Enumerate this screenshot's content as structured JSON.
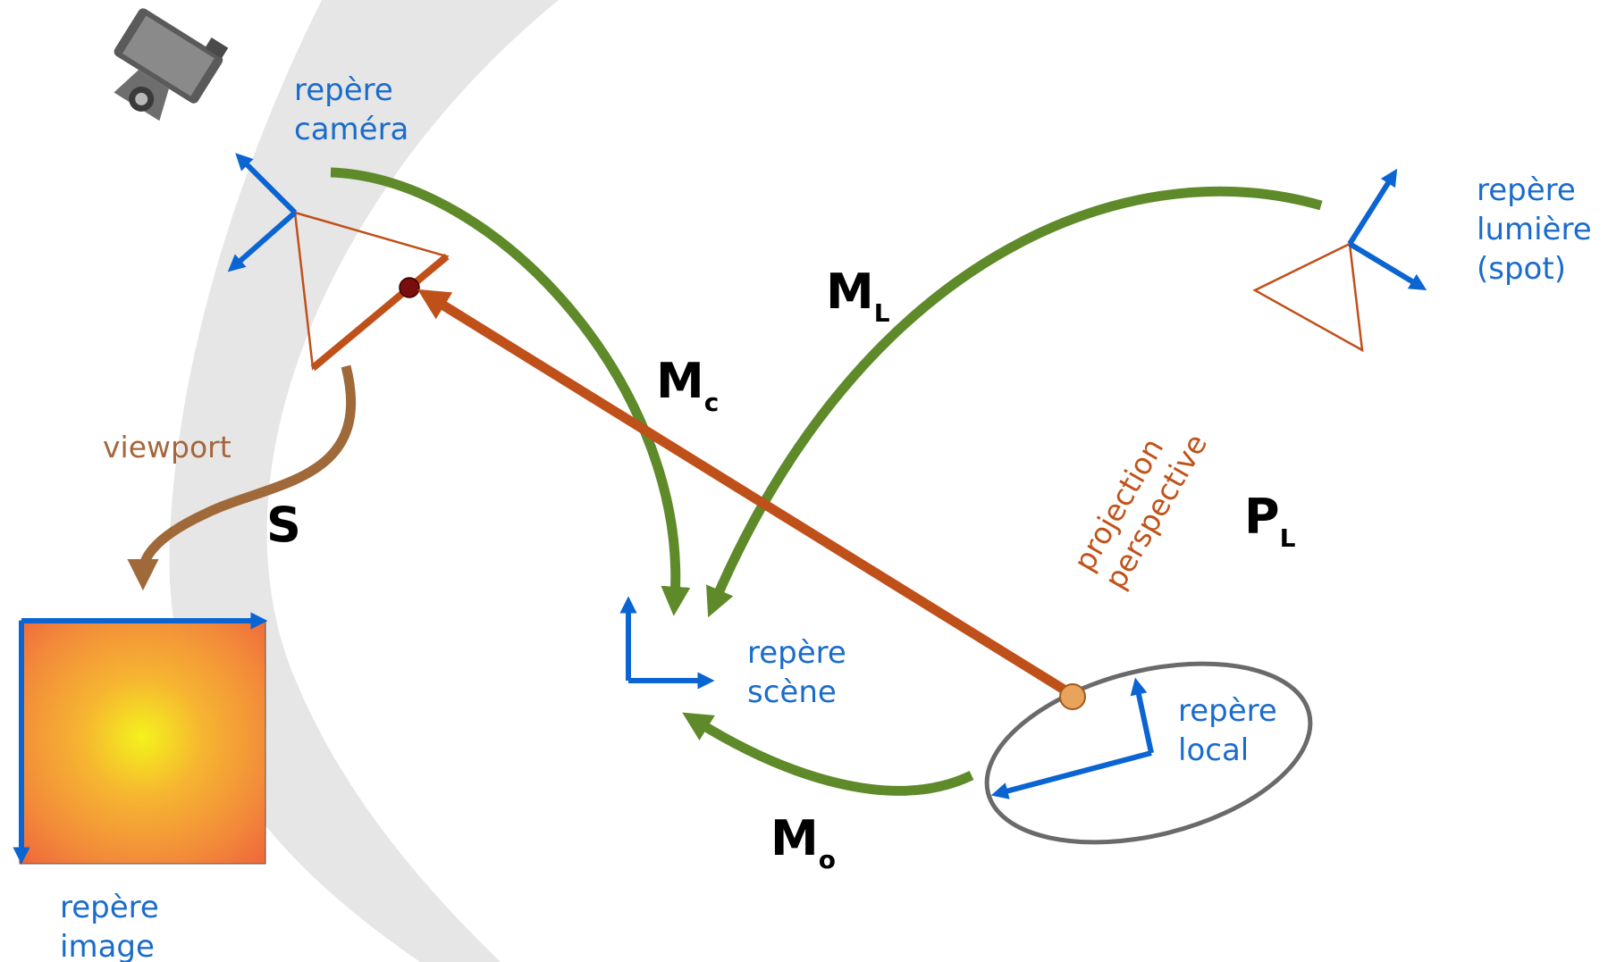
{
  "labels": {
    "camera_frame": [
      "repère",
      "caméra"
    ],
    "light_frame": [
      "repère",
      "lumière",
      "(spot)"
    ],
    "scene_frame": [
      "repère",
      "scène"
    ],
    "local_frame": [
      "repère",
      "local"
    ],
    "image_frame": [
      "repère",
      "image"
    ],
    "viewport": "viewport",
    "projection": [
      "projection",
      "perspective"
    ]
  },
  "transforms": {
    "S": {
      "main": "S",
      "sub": ""
    },
    "Mc": {
      "main": "M",
      "sub": "c"
    },
    "ML": {
      "main": "M",
      "sub": "L"
    },
    "Mo": {
      "main": "M",
      "sub": "o"
    },
    "PL": {
      "main": "P",
      "sub": "L"
    }
  },
  "colors": {
    "blue_axes": "#0a64d2",
    "green_arrows": "#5e8a2a",
    "orange_frustum": "#c0501a",
    "brown_viewport": "#a0693a",
    "background_band": "#e6e6e6",
    "ellipse": "#6a6a6a"
  },
  "icons": {
    "camera": "camera-icon"
  }
}
